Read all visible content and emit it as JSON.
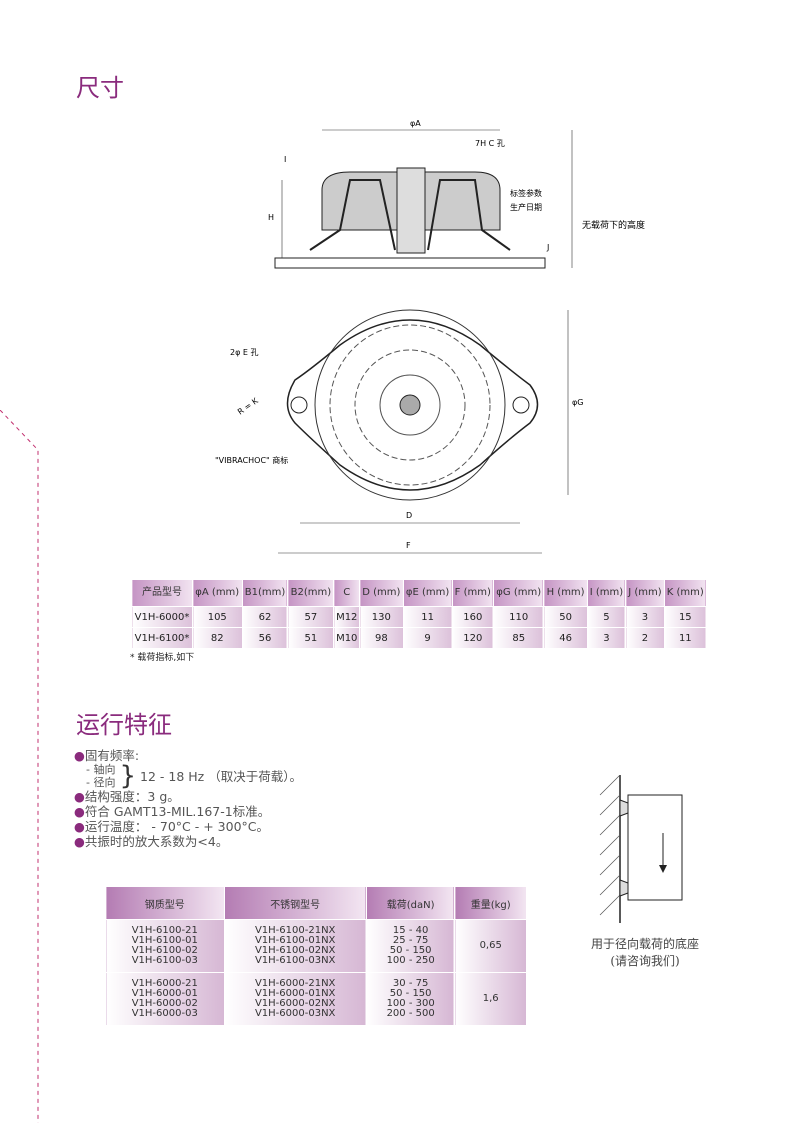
{
  "section1": {
    "title": "尺寸"
  },
  "drawing": {
    "labels": {
      "phiA": "φA",
      "hole_c": "7H C 孔",
      "label_params": "标签参数",
      "prod_date": "生产日期",
      "height_unloaded": "无载荷下的高度",
      "H": "H",
      "I": "I",
      "J": "J",
      "hole_e": "2φ E 孔",
      "rk": "R = K",
      "brand": "\"VIBRACHOC\" 商标",
      "phiG": "φG",
      "D": "D",
      "F": "F"
    }
  },
  "dim_table": {
    "headers": [
      "产品型号",
      "φA (mm)",
      "B1(mm)",
      "B2(mm)",
      "C",
      "D (mm)",
      "φE (mm)",
      "F (mm)",
      "φG (mm)",
      "H (mm)",
      "I (mm)",
      "J (mm)",
      "K (mm)"
    ],
    "rows": [
      [
        "V1H-6000*",
        "105",
        "62",
        "57",
        "M12",
        "130",
        "11",
        "160",
        "110",
        "50",
        "5",
        "3",
        "15"
      ],
      [
        "V1H-6100*",
        "82",
        "56",
        "51",
        "M10",
        "98",
        "9",
        "120",
        "85",
        "46",
        "3",
        "2",
        "11"
      ]
    ],
    "note": "* 载荷指标,如下"
  },
  "section2": {
    "title": "运行特征"
  },
  "features": {
    "freq": "固有频率:",
    "axial": "- 轴向",
    "radial": "- 径向",
    "freq_value": "12 - 18 Hz （取决于荷载）。",
    "strength": "结构强度：3 g。",
    "standard": "符合 GAMT13-MIL.167-1标准。",
    "temp": "运行温度： - 70°C - + 300°C。",
    "amp": "共振时的放大系数为<4。"
  },
  "load_table": {
    "headers": [
      "钢质型号",
      "不锈钢型号",
      "载荷(daN)",
      "重量(kg)"
    ],
    "groups": [
      {
        "steel": [
          "V1H-6100-21",
          "V1H-6100-01",
          "V1H-6100-02",
          "V1H-6100-03"
        ],
        "stainless": [
          "V1H-6100-21NX",
          "V1H-6100-01NX",
          "V1H-6100-02NX",
          "V1H-6100-03NX"
        ],
        "load": [
          "15 - 40",
          "25 - 75",
          "50 - 150",
          "100 - 250"
        ],
        "weight": "0,65"
      },
      {
        "steel": [
          "V1H-6000-21",
          "V1H-6000-01",
          "V1H-6000-02",
          "V1H-6000-03"
        ],
        "stainless": [
          "V1H-6000-21NX",
          "V1H-6000-01NX",
          "V1H-6000-02NX",
          "V1H-6000-03NX"
        ],
        "load": [
          "30 - 75",
          "50 - 150",
          "100 - 300",
          "200 - 500"
        ],
        "weight": "1,6"
      }
    ]
  },
  "radial_caption": {
    "line1": "用于径向载荷的底座",
    "line2": "(请咨询我们)"
  }
}
